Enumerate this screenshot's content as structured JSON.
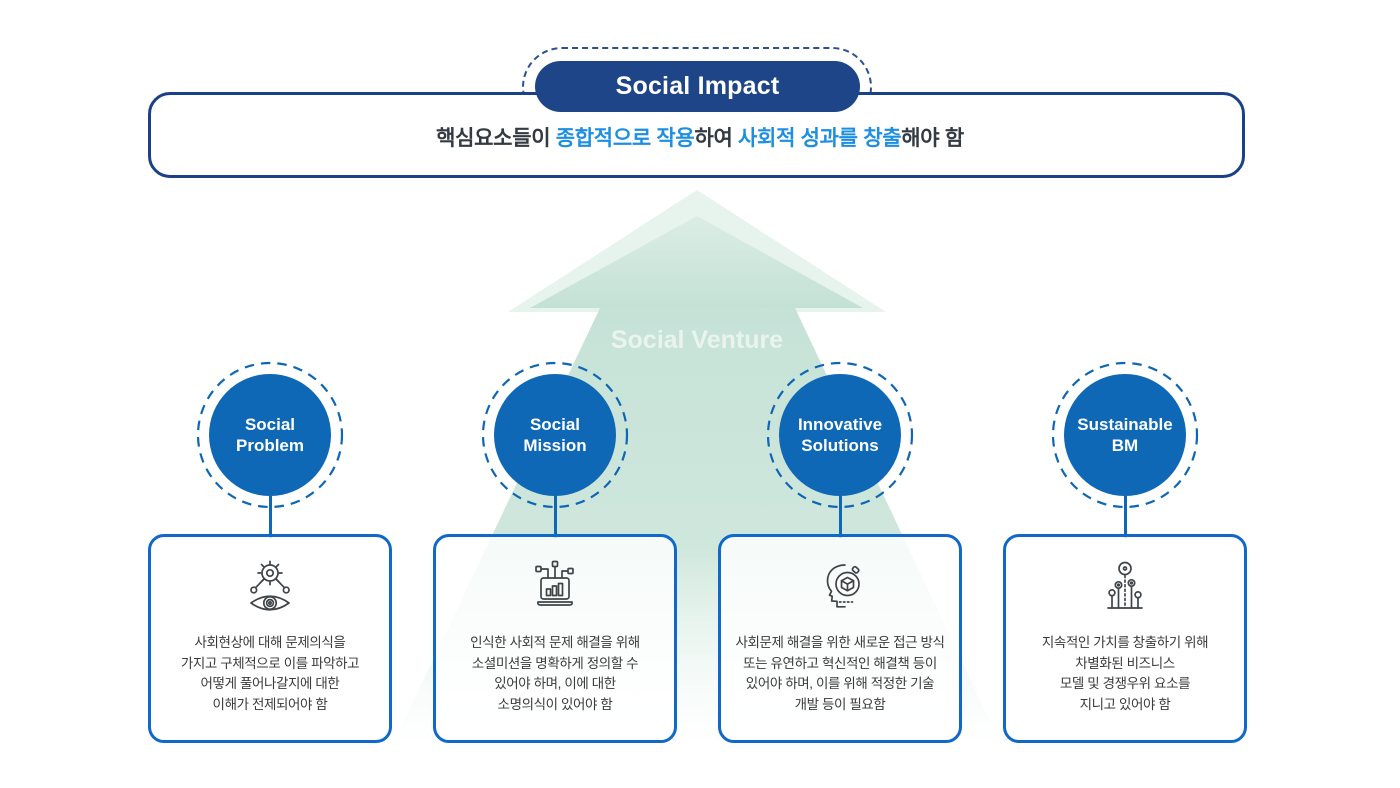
{
  "colors": {
    "navy": "#1a4186",
    "pill_navy": "#1d4588",
    "circle_blue": "#0e68b5",
    "card_border_blue": "#1068c8",
    "highlight_blue": "#1e8fe0",
    "arrow_mint": "#c6e2d7",
    "body_text": "#3a3a3a"
  },
  "banner": {
    "pill_label": "Social Impact",
    "segments": [
      "핵심요소들이 ",
      "종합적으로 작용",
      "하여 ",
      "사회적 성과를 창출",
      "해야 함"
    ]
  },
  "arrow": {
    "label": "Social Venture"
  },
  "columns": [
    {
      "circle_label_line1": "Social",
      "circle_label_line2": "Problem",
      "icon": "gear-eye-icon",
      "lines": [
        "사회현상에 대해 문제의식을",
        "가지고 구체적으로 이를 파악하고",
        "어떻게 풀어나갈지에 대한",
        "이해가 전제되어야 함"
      ]
    },
    {
      "circle_label_line1": "Social",
      "circle_label_line2": "Mission",
      "icon": "laptop-chart-icon",
      "lines": [
        "인식한 사회적 문제 해결을 위해",
        "소셜미션을 명확하게 정의할 수",
        "있어야 하며, 이에 대한",
        "소명의식이 있어야 함"
      ]
    },
    {
      "circle_label_line1": "Innovative",
      "circle_label_line2": "Solutions",
      "icon": "head-idea-icon",
      "lines": [
        "사회문제 해결을 위한 새로운 접근 방식",
        "또는 유연하고 혁신적인 해결책 등이",
        "있어야 하며, 이를 위해 적정한 기술",
        "개발 등이 필요함"
      ]
    },
    {
      "circle_label_line1": "Sustainable",
      "circle_label_line2": "BM",
      "icon": "growth-circuit-icon",
      "lines": [
        "지속적인 가치를 창출하기 위해",
        "차별화된 비즈니스",
        "모델 및 경쟁우위 요소를",
        "지니고 있어야 함"
      ]
    }
  ]
}
